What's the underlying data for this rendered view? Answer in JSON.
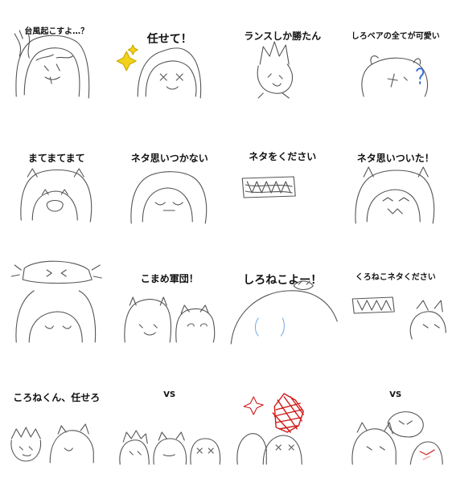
{
  "stickers": [
    {
      "caption": "台風起こすよ…？"
    },
    {
      "caption": "任せて！"
    },
    {
      "caption": "ランスしか勝たん"
    },
    {
      "caption": "しろベアの全てが可愛い"
    },
    {
      "caption": "まてまてまて"
    },
    {
      "caption": "ネタ思いつかない"
    },
    {
      "caption": "ネタをください"
    },
    {
      "caption": "ネタ思いついた！"
    },
    {
      "caption": ""
    },
    {
      "caption": "こまめ軍団！"
    },
    {
      "caption": "しろねこよー！"
    },
    {
      "caption": "くろねこネタください"
    },
    {
      "caption": "ころねくん、任せろ"
    },
    {
      "caption": "VS"
    },
    {
      "caption": ""
    },
    {
      "caption": "VS"
    }
  ],
  "colors": {
    "line": "#555555",
    "accent_red": "#d01818",
    "accent_blue": "#3a6fd8",
    "accent_yellow": "#f2d21b"
  }
}
